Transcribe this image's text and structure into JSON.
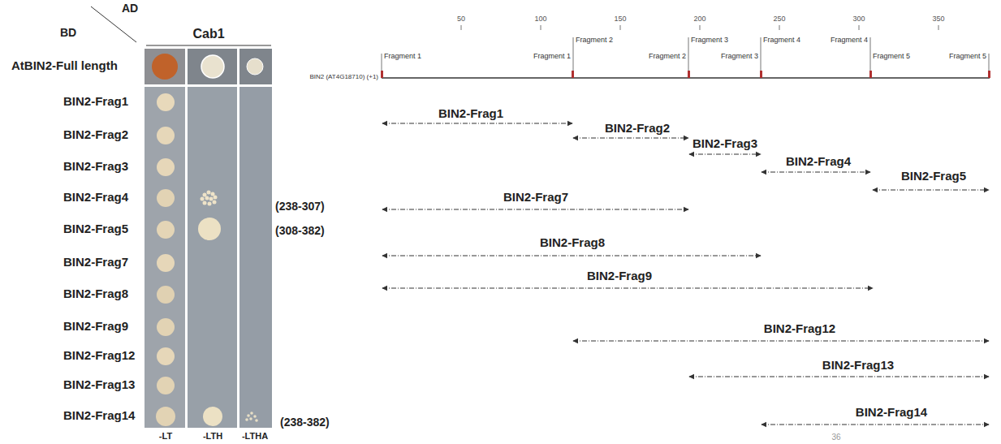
{
  "diagram": {
    "labels": [
      "AD",
      "BD",
      "Cab1",
      "AtBIN2-Full length",
      "BIN2-Frag1",
      "BIN2-Frag2",
      "BIN2-Frag3",
      "BIN2-Frag4",
      "BIN2-Frag5",
      "BIN2-Frag7",
      "BIN2-Frag8",
      "BIN2-Frag9",
      "BIN2-Frag12",
      "BIN2-Frag13",
      "BIN2-Frag14",
      "-LT",
      "-LTH",
      "-LTHA",
      "(238-307)",
      "(308-382)",
      "(238-382)",
      "50",
      "100",
      "150",
      "200",
      "250",
      "300",
      "350",
      "Fragment 1",
      "Fragment 1",
      "Fragment 2",
      "Fragment 2",
      "Fragment 3",
      "Fragment 3",
      "Fragment 4",
      "Fragment 4",
      "Fragment 5",
      "Fragment 5",
      "BIN2 (AT4G18710) (+1)",
      "BIN2-Frag1",
      "BIN2-Frag2",
      "BIN2-Frag3",
      "BIN2-Frag4",
      "BIN2-Frag5",
      "BIN2-Frag7",
      "BIN2-Frag8",
      "BIN2-Frag9",
      "BIN2-Frag12",
      "BIN2-Frag13",
      "BIN2-Frag14",
      "36"
    ]
  }
}
